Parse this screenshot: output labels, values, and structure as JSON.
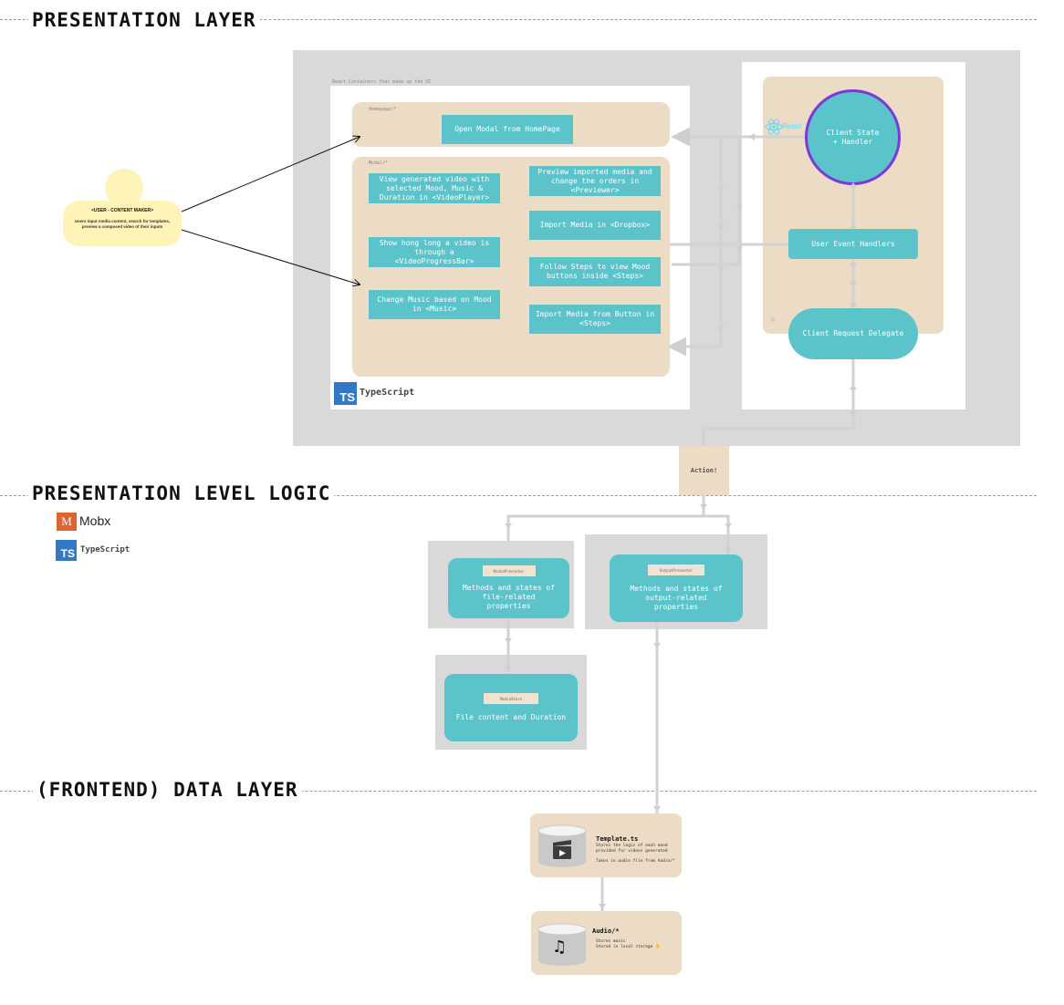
{
  "sections": {
    "presentation_layer": "PRESENTATION LAYER",
    "presentation_level_logic": "PRESENTATION LEVEL LOGIC",
    "data_layer": "(FRONTEND) DATA LAYER"
  },
  "user": {
    "title": "<USER - CONTENT MAKER>",
    "description": "Users input media content, search for templates, preview a composed video of their inputs"
  },
  "containers": {
    "caption": "React Containers that make up the UI",
    "homepage_label": "Homepage/*",
    "homepage_button": "Open Modal from HomePage",
    "modal_label": "Modal/*",
    "left_items": [
      "View generated video with selected Mood, Music & Duration in <VideoPlayer>",
      "Show hong long a video is through a <VideoProgressBar>",
      "Change Music based on Mood in <Music>"
    ],
    "right_items": [
      "Preview imported media and change the orders in <Previewer>",
      "Import Media in <Dropbox>",
      "Follow Steps to view Mood buttons inside <Steps>",
      "Import Media from Button in <Steps>"
    ],
    "ts_badge": "TS",
    "ts_label": "TypeScript"
  },
  "react_panel": {
    "react_label": "React",
    "client_state": "Client State + Handler",
    "user_event_handlers": "User Event Handlers",
    "client_request_delegate": "Client Request Delegate"
  },
  "action_label": "Action!",
  "logic_tools": {
    "mobx_badge": "M",
    "mobx_label": "Mobx",
    "ts_badge": "TS",
    "ts_label": "TypeScript"
  },
  "presenters": {
    "media_presenter_chip": "MediaPresenter",
    "media_presenter_text": "Methods and states of file-related properties",
    "output_presenter_chip": "OutputPresenter",
    "output_presenter_text": "Methods and states of output-related properties",
    "media_store_chip": "MediaStore",
    "media_store_text": "File content and Duration"
  },
  "data_layer": {
    "template_title": "Template.ts",
    "template_line1": "Stores the logic of each mood provided for videos generated",
    "template_line2": "Takes in audio file from Audio/*",
    "audio_title": "Audio/*",
    "audio_line1": "Stores music",
    "audio_line2": "Stored in local storage ✋"
  },
  "icons": {
    "music_glyph": "♫",
    "video_glyph": "🎬"
  }
}
